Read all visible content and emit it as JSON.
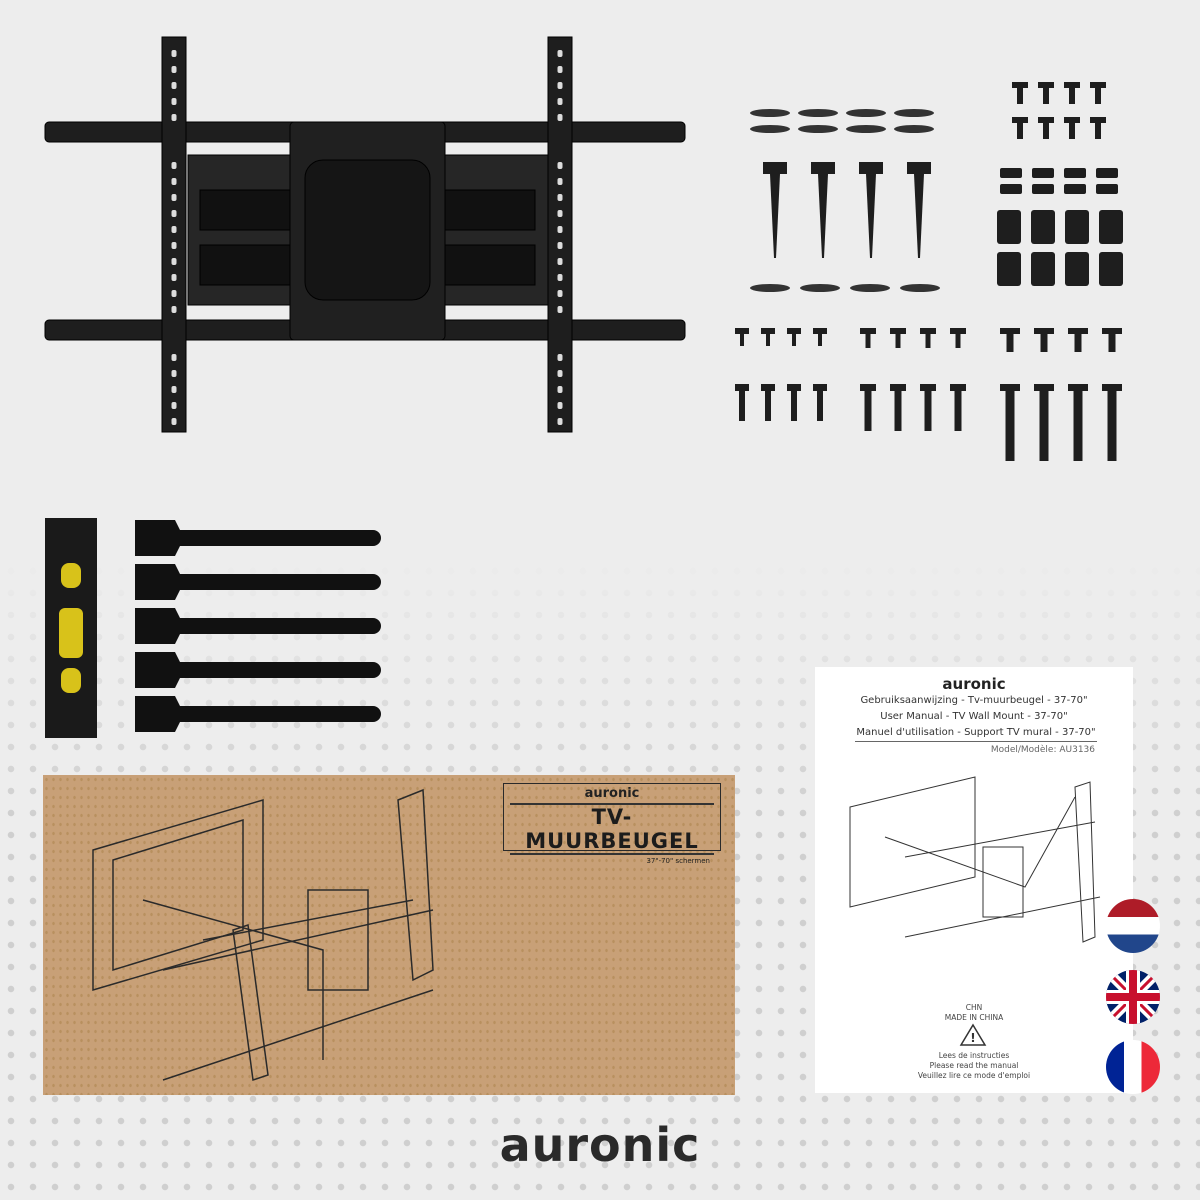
{
  "brand": "auronic",
  "box": {
    "logo": "auronic",
    "title": "TV-MUURBEUGEL",
    "subtitle": "37\"-70\" schermen"
  },
  "manual": {
    "logo": "auronic",
    "lines": [
      "Gebruiksaanwijzing - Tv-muurbeugel - 37-70\"",
      "User Manual - TV Wall Mount - 37-70\"",
      "Manuel d'utilisation -  Support TV mural - 37-70\""
    ],
    "model": "Model/Modèle: AU3136",
    "origin_code": "CHN",
    "origin": "MADE IN CHINA",
    "warning_icon": "warning-triangle-icon",
    "instructions": [
      "Lees de instructies",
      "Please read the manual",
      "Veuillez lire ce mode d'emploi"
    ]
  },
  "flags": [
    "netherlands",
    "united-kingdom",
    "france"
  ],
  "colors": {
    "background": "#ededed",
    "hardware": "#1e1e1e",
    "cardboard": "#c8a077",
    "level_bubble": "#d8c21a"
  }
}
